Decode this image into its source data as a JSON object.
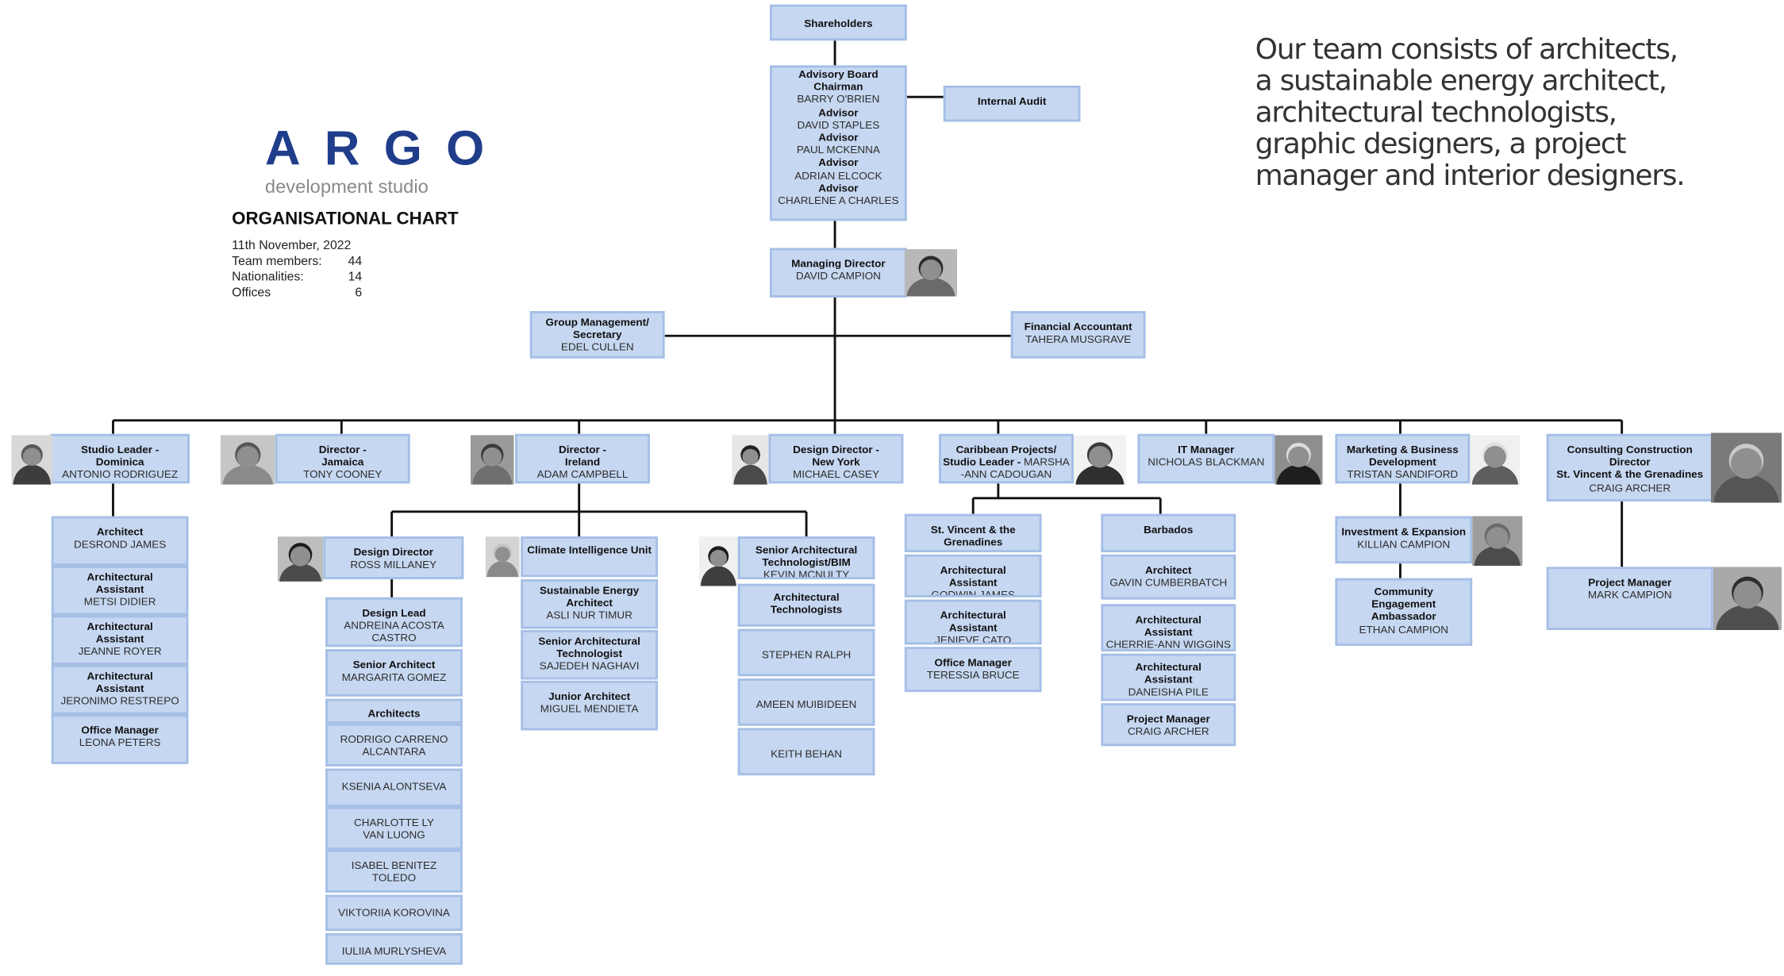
{
  "logo": {
    "wordmark": "ARGO",
    "subtitle": "development studio"
  },
  "header": {
    "title": "ORGANISATIONAL CHART",
    "date": "11th November, 2022",
    "stats": [
      {
        "label": "Team members:",
        "value": "44"
      },
      {
        "label": "Nationalities:",
        "value": "14"
      },
      {
        "label": "Offices",
        "value": "6"
      }
    ]
  },
  "intro_lines": [
    "Our team consists of architects,",
    "a sustainable energy architect,",
    "architectural technologists,",
    "graphic designers, a project",
    "manager and interior designers."
  ],
  "nodes": {
    "shareholders": [
      {
        "t": "Shareholders"
      }
    ],
    "advisory": [
      {
        "t": "Advisory Board"
      },
      {
        "t": "Chairman"
      },
      {
        "n": "BARRY O'BRIEN"
      },
      {
        "t": "Advisor"
      },
      {
        "n": "DAVID STAPLES"
      },
      {
        "t": "Advisor"
      },
      {
        "n": "PAUL MCKENNA"
      },
      {
        "t": "Advisor"
      },
      {
        "n": "ADRIAN ELCOCK"
      },
      {
        "t": "Advisor"
      },
      {
        "n": "CHARLENE A CHARLES"
      }
    ],
    "audit": [
      {
        "t": "Internal Audit"
      }
    ],
    "md": [
      {
        "t": "Managing Director"
      },
      {
        "n": "DAVID CAMPION"
      }
    ],
    "groupmgmt": [
      {
        "t": "Group Management/"
      },
      {
        "t": "Secretary"
      },
      {
        "n": "EDEL CULLEN"
      }
    ],
    "finance": [
      {
        "t": "Financial Accountant"
      },
      {
        "n": "TAHERA MUSGRAVE"
      }
    ],
    "dominica": [
      {
        "t": "Studio Leader -"
      },
      {
        "t": "Dominica"
      },
      {
        "n": "ANTONIO RODRIGUEZ"
      }
    ],
    "jamaica": [
      {
        "t": "Director -"
      },
      {
        "t": "Jamaica"
      },
      {
        "n": "TONY COONEY"
      }
    ],
    "ireland": [
      {
        "t": "Director -"
      },
      {
        "t": "Ireland"
      },
      {
        "n": "ADAM CAMPBELL"
      }
    ],
    "newyork": [
      {
        "t": "Design Director -"
      },
      {
        "t": "New York"
      },
      {
        "n": "MICHAEL CASEY"
      }
    ],
    "caribbean": [
      {
        "t": "Caribbean Projects/"
      },
      {
        "t": "Studio Leader - ",
        "n": "MARSHA"
      },
      {
        "n": "-ANN CADOUGAN"
      }
    ],
    "it": [
      {
        "t": "IT Manager"
      },
      {
        "n": "NICHOLAS BLACKMAN"
      }
    ],
    "marketing": [
      {
        "t": "Marketing & Business"
      },
      {
        "t": "Development"
      },
      {
        "n": "TRISTAN SANDIFORD"
      }
    ],
    "consulting": [
      {
        "t": "Consulting Construction"
      },
      {
        "t": "Director"
      },
      {
        "t": "St. Vincent & the Grenadines"
      },
      {
        "n": "CRAIG ARCHER"
      }
    ],
    "dom1": [
      {
        "t": "Architect"
      },
      {
        "n": "DESROND JAMES"
      }
    ],
    "dom2": [
      {
        "t": "Architectural"
      },
      {
        "t": "Assistant"
      },
      {
        "n": "METSI DIDIER"
      }
    ],
    "dom3": [
      {
        "t": "Architectural"
      },
      {
        "t": "Assistant"
      },
      {
        "n": "JEANNE ROYER"
      }
    ],
    "dom4": [
      {
        "t": "Architectural"
      },
      {
        "t": "Assistant"
      },
      {
        "n": "JERONIMO RESTREPO"
      }
    ],
    "dom5": [
      {
        "t": "Office Manager"
      },
      {
        "n": "LEONA PETERS"
      }
    ],
    "ire_dd": [
      {
        "t": "Design Director"
      },
      {
        "n": "ROSS MILLANEY"
      }
    ],
    "ire1": [
      {
        "t": "Design Lead"
      },
      {
        "n": "ANDREINA ACOSTA"
      },
      {
        "n": "CASTRO"
      }
    ],
    "ire2": [
      {
        "t": "Senior Architect"
      },
      {
        "n": "MARGARITA GOMEZ"
      }
    ],
    "ire3": [
      {
        "t": "Architects"
      }
    ],
    "ire4": [
      {
        "n": "RODRIGO CARRENO"
      },
      {
        "n": "ALCANTARA"
      }
    ],
    "ire5": [
      {
        "n": "KSENIA ALONTSEVA"
      }
    ],
    "ire6": [
      {
        "n": "CHARLOTTE LY"
      },
      {
        "n": "VAN LUONG"
      }
    ],
    "ire7": [
      {
        "n": "ISABEL BENITEZ"
      },
      {
        "n": "TOLEDO"
      }
    ],
    "ire8": [
      {
        "n": "VIKTORIIA KOROVINA"
      }
    ],
    "ire9": [
      {
        "n": "IULIIA MURLYSHEVA"
      }
    ],
    "ciu": [
      {
        "t": "Climate Intelligence Unit"
      }
    ],
    "ciu1": [
      {
        "t": "Sustainable Energy"
      },
      {
        "t": "Architect"
      },
      {
        "n": "ASLI NUR TIMUR"
      }
    ],
    "ciu2": [
      {
        "t": "Senior Architectural"
      },
      {
        "t": "Technologist"
      },
      {
        "n": "SAJEDEH NAGHAVI"
      }
    ],
    "ciu3": [
      {
        "t": "Junior Architect"
      },
      {
        "n": "MIGUEL MENDIETA"
      }
    ],
    "sat": [
      {
        "t": "Senior Architectural"
      },
      {
        "t": "Technologist/BIM"
      },
      {
        "n": "KEVIN MCNULTY"
      }
    ],
    "sat1": [
      {
        "t": "Architectural"
      },
      {
        "t": "Technologists"
      }
    ],
    "sat2": [
      {
        "n": "STEPHEN RALPH"
      }
    ],
    "sat3": [
      {
        "n": "AMEEN MUIBIDEEN"
      }
    ],
    "sat4": [
      {
        "n": "KEITH BEHAN"
      }
    ],
    "svg_h": [
      {
        "t": "St. Vincent & the"
      },
      {
        "t": "Grenadines"
      }
    ],
    "svg1": [
      {
        "t": "Architectural"
      },
      {
        "t": "Assistant"
      },
      {
        "n": "GODWIN JAMES"
      }
    ],
    "svg2": [
      {
        "t": "Architectural"
      },
      {
        "t": "Assistant"
      },
      {
        "n": "JENIEVE CATO"
      }
    ],
    "svg3": [
      {
        "t": "Office Manager"
      },
      {
        "n": "TERESSIA BRUCE"
      }
    ],
    "bar_h": [
      {
        "t": "Barbados"
      }
    ],
    "bar1": [
      {
        "t": "Architect"
      },
      {
        "n": "GAVIN CUMBERBATCH"
      }
    ],
    "bar2": [
      {
        "t": "Architectural"
      },
      {
        "t": "Assistant"
      },
      {
        "n": "CHERRIE-ANN WIGGINS"
      }
    ],
    "bar3": [
      {
        "t": "Architectural"
      },
      {
        "t": "Assistant"
      },
      {
        "n": "DANEISHA PILE"
      }
    ],
    "bar4": [
      {
        "t": "Project Manager"
      },
      {
        "n": "CRAIG ARCHER"
      }
    ],
    "inv": [
      {
        "t": "Investment & Expansion"
      },
      {
        "n": "KILLIAN CAMPION"
      }
    ],
    "comm": [
      {
        "t": "Community"
      },
      {
        "t": "Engagement"
      },
      {
        "t": "Ambassador"
      },
      {
        "n": "ETHAN CAMPION"
      }
    ],
    "pm": [
      {
        "t": "Project Manager"
      },
      {
        "n": "MARK CAMPION"
      }
    ]
  },
  "colors": {
    "box_fill": "#c6d7f1",
    "box_border": "#a5bfe6",
    "connector": "#111111",
    "logo_blue": "#1f3d8a"
  }
}
